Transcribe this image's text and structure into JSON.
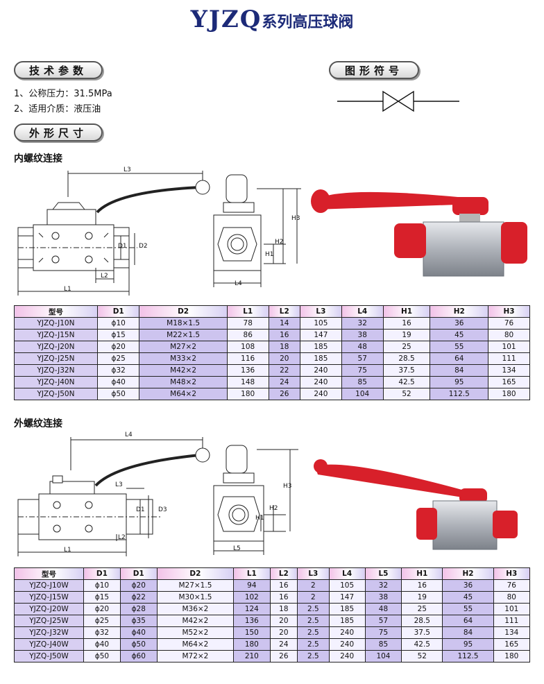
{
  "title": {
    "latin": "YJZQ",
    "cn": "系列高压球阀"
  },
  "sections": {
    "tech": "技术参数",
    "symbol": "图形符号",
    "dims": "外形尺寸"
  },
  "specs": [
    {
      "label": "1、公称压力：",
      "value": "31.5MPa"
    },
    {
      "label": "2、适用介质：",
      "value": "液压油"
    }
  ],
  "female": {
    "heading": "内螺纹连接",
    "dim_labels": {
      "L3": "L3",
      "D1": "D1",
      "D2": "D2",
      "L2": "L2",
      "L1": "L1",
      "H3": "H3",
      "H2": "H2",
      "H1": "H1",
      "L4": "L4"
    },
    "headers": [
      "型号",
      "D1",
      "D2",
      "L1",
      "L2",
      "L3",
      "L4",
      "H1",
      "H2",
      "H3"
    ],
    "rows": [
      [
        "YJZQ-J10N",
        "ϕ10",
        "M18×1.5",
        "78",
        "14",
        "105",
        "32",
        "16",
        "36",
        "76"
      ],
      [
        "YJZQ-J15N",
        "ϕ15",
        "M22×1.5",
        "86",
        "16",
        "147",
        "38",
        "19",
        "45",
        "80"
      ],
      [
        "YJZQ-J20N",
        "ϕ20",
        "M27×2",
        "108",
        "18",
        "185",
        "48",
        "25",
        "55",
        "101"
      ],
      [
        "YJZQ-J25N",
        "ϕ25",
        "M33×2",
        "116",
        "20",
        "185",
        "57",
        "28.5",
        "64",
        "111"
      ],
      [
        "YJZQ-J32N",
        "ϕ32",
        "M42×2",
        "136",
        "22",
        "240",
        "75",
        "37.5",
        "84",
        "134"
      ],
      [
        "YJZQ-J40N",
        "ϕ40",
        "M48×2",
        "148",
        "24",
        "240",
        "85",
        "42.5",
        "95",
        "165"
      ],
      [
        "YJZQ-J50N",
        "ϕ50",
        "M64×2",
        "180",
        "26",
        "240",
        "104",
        "52",
        "112.5",
        "180"
      ]
    ]
  },
  "male": {
    "heading": "外螺纹连接",
    "dim_labels": {
      "L4": "L4",
      "L3": "L3",
      "D1": "D1",
      "D3": "D3",
      "L2": "L2",
      "L1": "L1",
      "H3": "H3",
      "H2": "H2",
      "H1": "H1",
      "L5": "L5"
    },
    "headers": [
      "型号",
      "D1",
      "D1",
      "D2",
      "L1",
      "L2",
      "L3",
      "L4",
      "L5",
      "H1",
      "H2",
      "H3"
    ],
    "rows": [
      [
        "YJZQ-J10W",
        "ϕ10",
        "ϕ20",
        "M27×1.5",
        "94",
        "16",
        "2",
        "105",
        "32",
        "16",
        "36",
        "76"
      ],
      [
        "YJZQ-J15W",
        "ϕ15",
        "ϕ22",
        "M30×1.5",
        "102",
        "16",
        "2",
        "147",
        "38",
        "19",
        "45",
        "80"
      ],
      [
        "YJZQ-J20W",
        "ϕ20",
        "ϕ28",
        "M36×2",
        "124",
        "18",
        "2.5",
        "185",
        "48",
        "25",
        "55",
        "101"
      ],
      [
        "YJZQ-J25W",
        "ϕ25",
        "ϕ35",
        "M42×2",
        "136",
        "20",
        "2.5",
        "185",
        "57",
        "28.5",
        "64",
        "111"
      ],
      [
        "YJZQ-J32W",
        "ϕ32",
        "ϕ40",
        "M52×2",
        "150",
        "20",
        "2.5",
        "240",
        "75",
        "37.5",
        "84",
        "134"
      ],
      [
        "YJZQ-J40W",
        "ϕ40",
        "ϕ50",
        "M64×2",
        "180",
        "24",
        "2.5",
        "240",
        "85",
        "42.5",
        "95",
        "165"
      ],
      [
        "YJZQ-J50W",
        "ϕ50",
        "ϕ60",
        "M72×2",
        "210",
        "26",
        "2.5",
        "240",
        "104",
        "52",
        "112.5",
        "180"
      ]
    ]
  },
  "colors": {
    "title": "#1c2a78",
    "valve_red": "#d8202a",
    "body_gray": "#b8bcc4"
  }
}
